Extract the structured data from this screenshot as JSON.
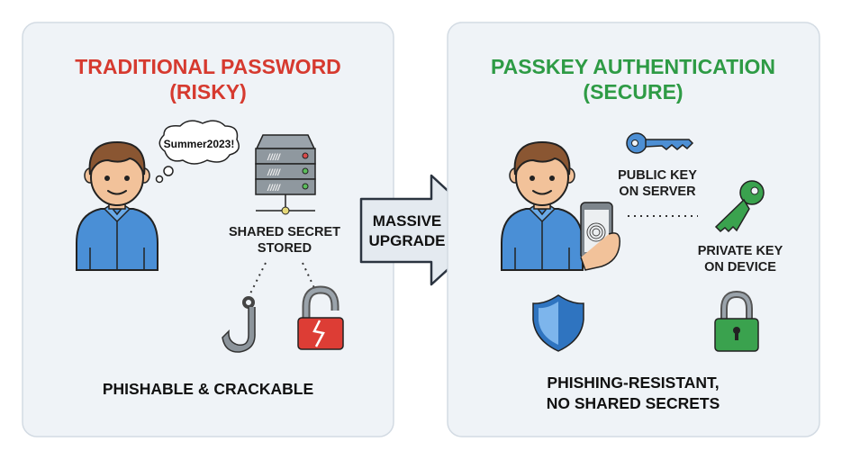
{
  "left_panel": {
    "title_line1": "TRADITIONAL PASSWORD",
    "title_line2": "(RISKY)",
    "thought_text": "Summer2023!",
    "server_label_line1": "SHARED SECRET",
    "server_label_line2": "STORED",
    "footer": "PHISHABLE & CRACKABLE",
    "title_color": "#d63a2f"
  },
  "arrow": {
    "line1": "MASSIVE",
    "line2": "UPGRADE"
  },
  "right_panel": {
    "title_line1": "PASSKEY AUTHENTICATION",
    "title_line2": "(SECURE)",
    "public_key_line1": "PUBLIC KEY",
    "public_key_line2": "ON SERVER",
    "private_key_line1": "PRIVATE KEY",
    "private_key_line2": "ON DEVICE",
    "footer_line1": "PHISHING-RESISTANT,",
    "footer_line2": "NO SHARED SECRETS",
    "title_color": "#2e9b45"
  }
}
